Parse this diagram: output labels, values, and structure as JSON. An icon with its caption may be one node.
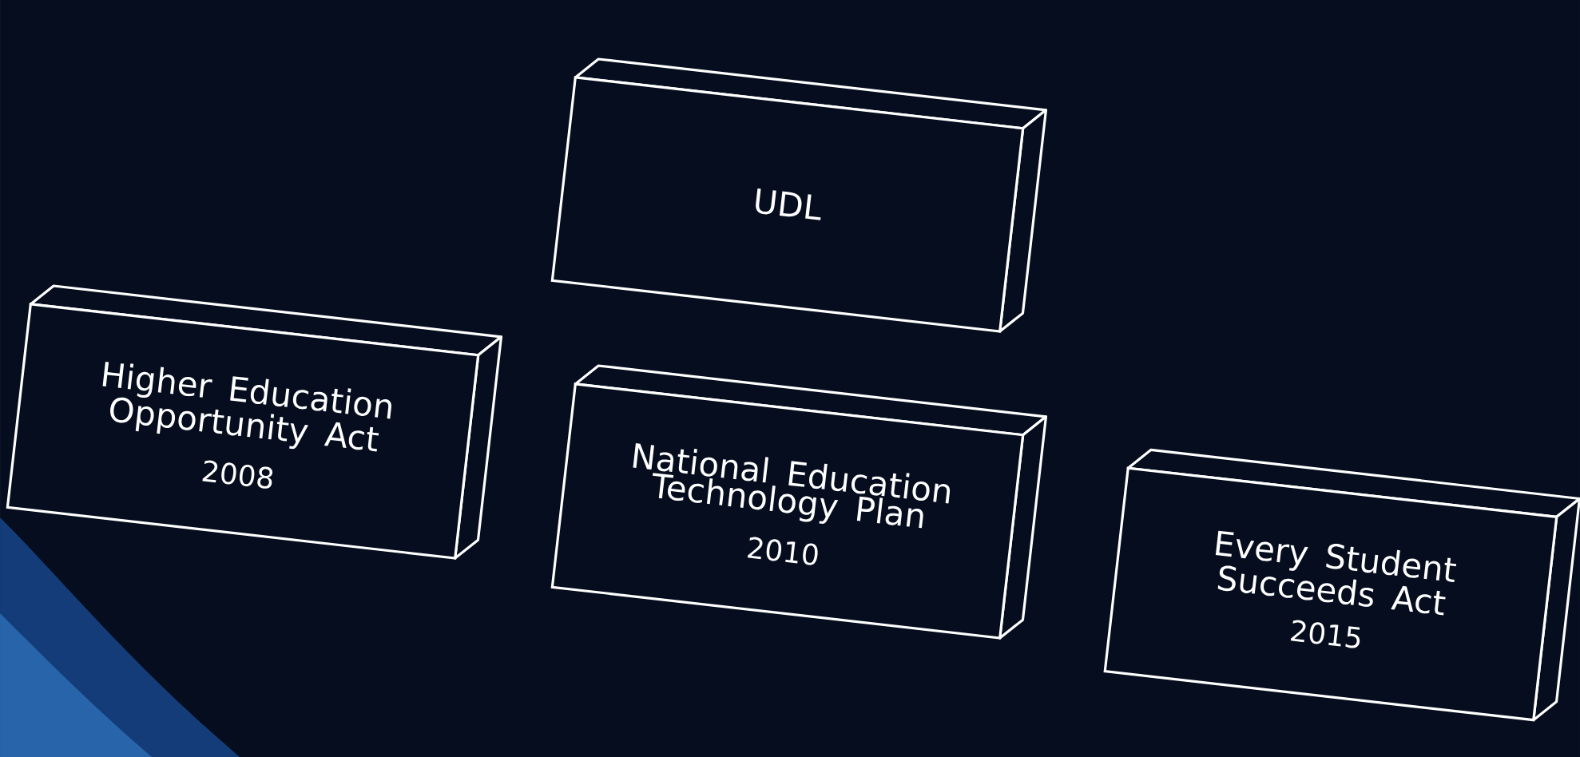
{
  "diagram": {
    "nodes": [
      {
        "text": [
          "UDL"
        ]
      },
      {
        "text": [
          "Higher Education Opportunity Act",
          "2008"
        ]
      },
      {
        "text": [
          "National Education Technology Plan",
          "2010"
        ]
      },
      {
        "text": [
          "Every Student Succeeds Act",
          "2015"
        ]
      }
    ]
  }
}
